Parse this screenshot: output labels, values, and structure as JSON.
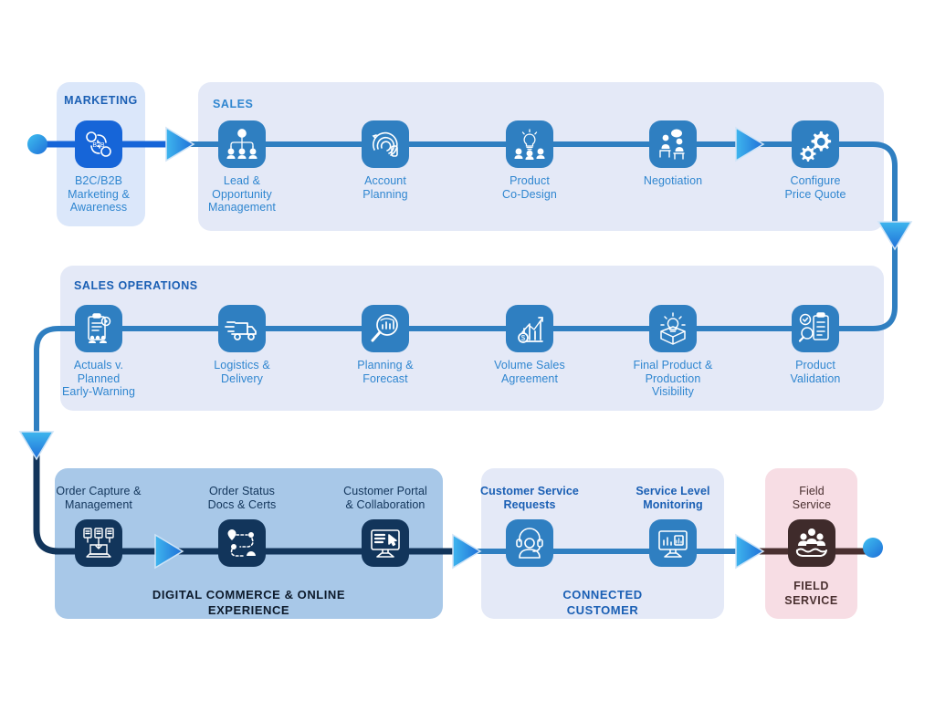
{
  "meta": {
    "title": "Customer Journey Process Flow",
    "colors": {
      "panel_light_blue": "#dbe7fa",
      "panel_lavender": "#e4e9f7",
      "panel_mid_blue": "#a8c8e8",
      "panel_pink": "#f7dde4",
      "icon_bright_blue": "#1665d8",
      "icon_steel_blue": "#2f7fc1",
      "icon_navy": "#12355b",
      "icon_brown": "#3f2b2b",
      "line_blue": "#2f7fc1",
      "line_navy": "#12355b",
      "line_brown": "#4a3030",
      "text_blue": "#2f86d0",
      "text_dark_blue": "#1a5fb4",
      "text_navy": "#12355b",
      "text_brown": "#4a3030"
    }
  },
  "sections": {
    "marketing": {
      "title": "MARKETING"
    },
    "sales": {
      "title": "SALES"
    },
    "sales_operations": {
      "title": "SALES OPERATIONS"
    },
    "digital_commerce": {
      "title": "DIGITAL COMMERCE & ONLINE\nEXPERIENCE"
    },
    "connected_customer": {
      "title": "CONNECTED\nCUSTOMER"
    },
    "field_service": {
      "title": "FIELD\nSERVICE"
    }
  },
  "row1": {
    "nodes": [
      {
        "label": "B2C/B2B\nMarketing &\nAwareness",
        "icon": "b2b-exchange-icon"
      },
      {
        "label": "Lead &\nOpportunity\nManagement",
        "icon": "lead-network-icon"
      },
      {
        "label": "Account\nPlanning",
        "icon": "account-target-icon"
      },
      {
        "label": "Product\nCo-Design",
        "icon": "lightbulb-team-icon"
      },
      {
        "label": "Negotiation",
        "icon": "negotiation-table-icon"
      },
      {
        "label": "Configure\nPrice Quote",
        "icon": "gears-icon"
      }
    ]
  },
  "row2": {
    "nodes": [
      {
        "label": "Actuals v.\nPlanned\nEarly-Warning",
        "icon": "clipboard-gear-icon"
      },
      {
        "label": "Logistics &\nDelivery",
        "icon": "delivery-truck-icon"
      },
      {
        "label": "Planning &\nForecast",
        "icon": "magnifier-chart-icon"
      },
      {
        "label": "Volume Sales\nAgreement",
        "icon": "bar-chart-dollar-icon"
      },
      {
        "label": "Final Product &\nProduction\nVisibility",
        "icon": "box-bulb-icon"
      },
      {
        "label": "Product\nValidation",
        "icon": "checklist-magnifier-icon"
      }
    ]
  },
  "row3": {
    "nodes": [
      {
        "label": "Order Capture &\nManagement",
        "icon": "order-capture-laptop-icon"
      },
      {
        "label": "Order Status\nDocs & Certs",
        "icon": "route-tracking-icon"
      },
      {
        "label": "Customer Portal\n& Collaboration",
        "icon": "monitor-cursor-icon"
      },
      {
        "label": "Customer Service\nRequests",
        "icon": "headset-agent-icon"
      },
      {
        "label": "Service Level\nMonitoring",
        "icon": "monitor-analytics-icon"
      },
      {
        "label": "Field\nService",
        "icon": "field-team-icon"
      }
    ]
  }
}
